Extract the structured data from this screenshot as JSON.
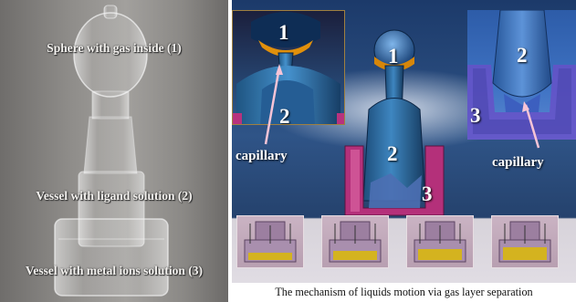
{
  "photo": {
    "label_sphere": "Sphere  with gas inside (1)",
    "label_vessel_ligand": "Vessel with ligand solution (2)",
    "label_vessel_metal": "Vessel with metal ions solution (3)"
  },
  "illustration": {
    "left_panel": {
      "n1": "1",
      "n2": "2",
      "capillary": "capillary"
    },
    "center": {
      "n1": "1",
      "n2": "2",
      "n3": "3"
    },
    "right_panel": {
      "n2": "2",
      "n3": "3",
      "capillary": "capillary"
    },
    "thumbnail_count": 4,
    "caption": "The mechanism of liquids motion via gas layer separation"
  }
}
